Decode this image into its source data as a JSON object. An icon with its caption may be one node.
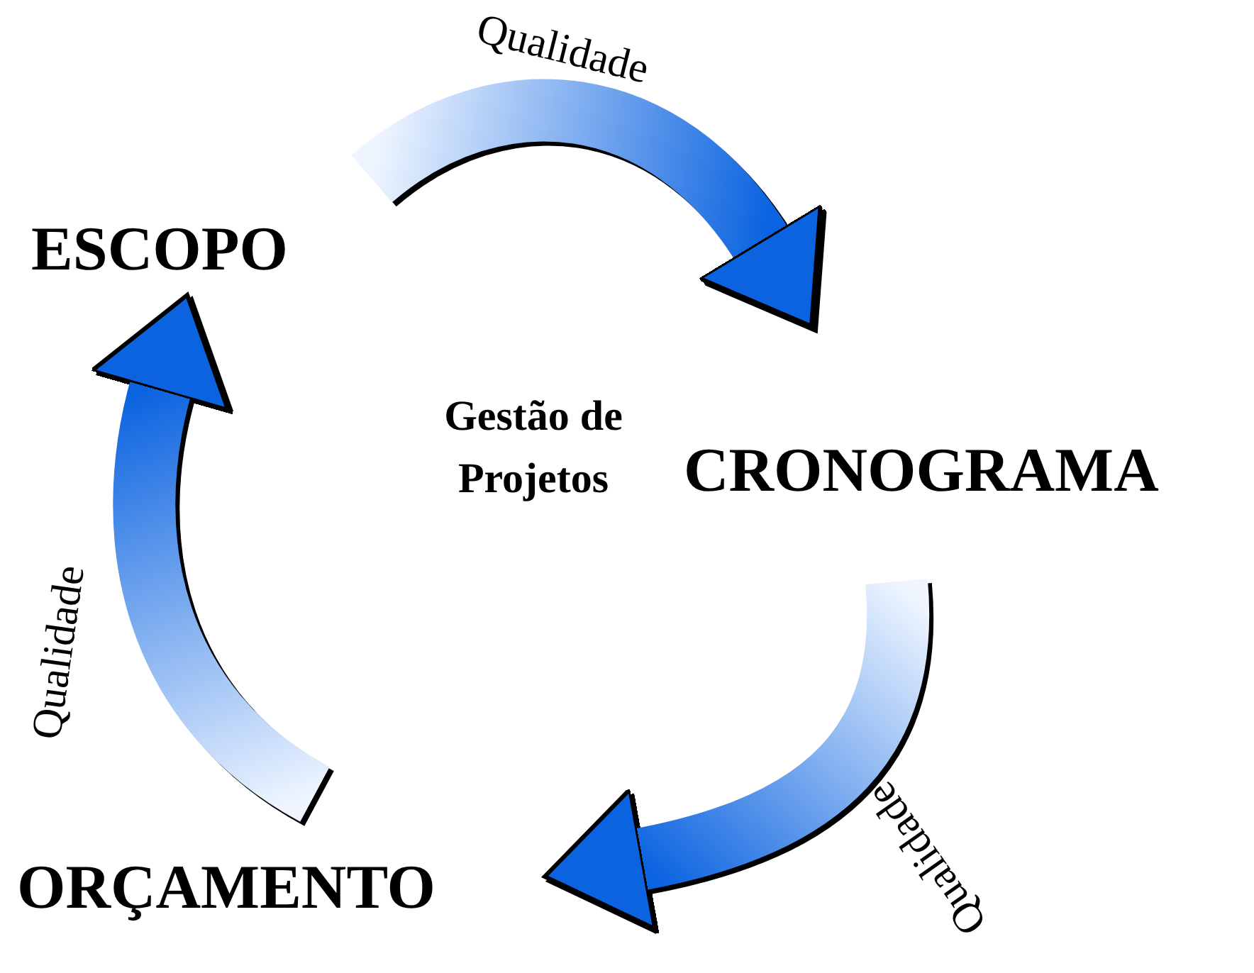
{
  "diagram": {
    "nodes": [
      {
        "text": [
          "ESCOPO"
        ]
      },
      {
        "text": [
          "CRONOGRAMA"
        ]
      },
      {
        "text": [
          "ORÇAMENTO"
        ]
      }
    ],
    "edges": [
      {
        "from": 0,
        "to": 1,
        "arrow": "to",
        "label": "Qualidade"
      },
      {
        "from": 1,
        "to": 2,
        "arrow": "to",
        "label": "Qualidade"
      },
      {
        "from": 2,
        "to": 0,
        "arrow": "to",
        "label": "Qualidade"
      }
    ],
    "labels": [
      "Gestão de Projetos"
    ]
  }
}
